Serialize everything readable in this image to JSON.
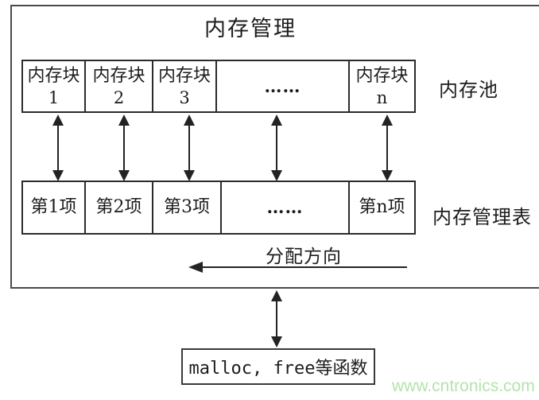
{
  "title": "内存管理",
  "pool": {
    "label": "内存池",
    "blocks": [
      {
        "name": "内存块",
        "index": "1"
      },
      {
        "name": "内存块",
        "index": "2"
      },
      {
        "name": "内存块",
        "index": "3"
      },
      {
        "name": "……",
        "index": ""
      },
      {
        "name": "内存块",
        "index": "n"
      }
    ]
  },
  "table": {
    "label": "内存管理表",
    "items": [
      "第1项",
      "第2项",
      "第3项",
      "……",
      "第n项"
    ]
  },
  "allocation": {
    "label": "分配方向"
  },
  "functions": {
    "label": "malloc, free等函数"
  },
  "watermark": {
    "text": "www.cntronics.com",
    "color": "#b5e3ad"
  },
  "colors": {
    "frame": "#4a4a4a",
    "box_border": "#2b2b2b",
    "arrow": "#232323",
    "text": "#1c1c1c"
  }
}
